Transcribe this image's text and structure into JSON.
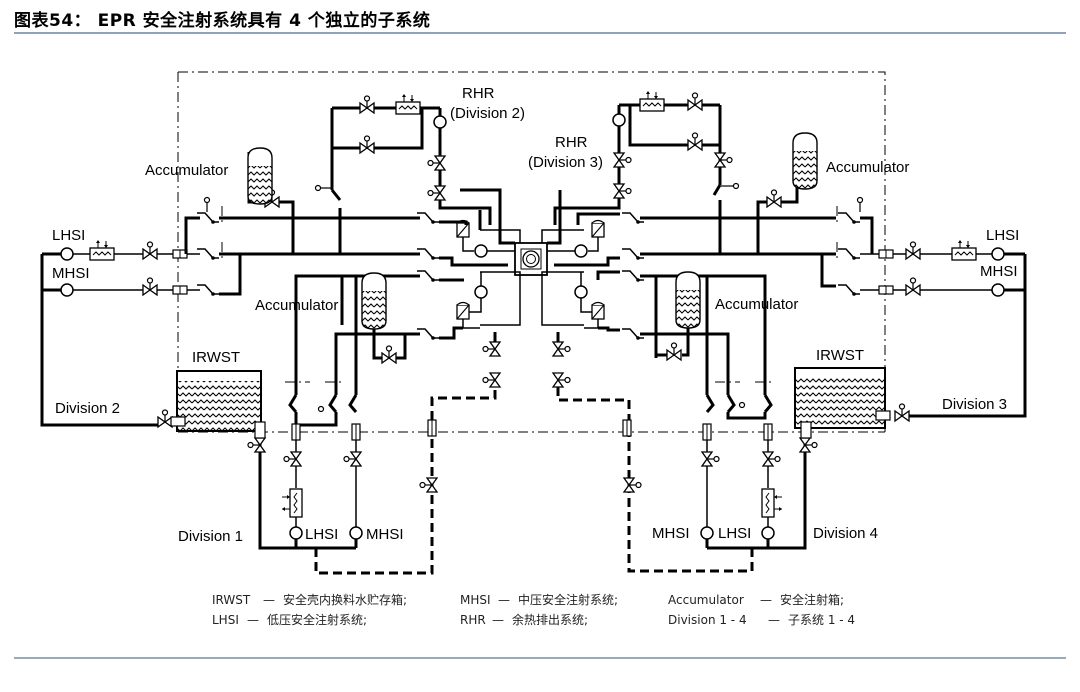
{
  "header": {
    "title": "图表54： EPR 安全注射系统具有 4 个独立的子系统"
  },
  "diagram": {
    "labels": {
      "rhr_div2_a": "RHR",
      "rhr_div2_b": "(Division 2)",
      "rhr_div3_a": "RHR",
      "rhr_div3_b": "(Division 3)",
      "accumulator_top_left": "Accumulator",
      "accumulator_top_right": "Accumulator",
      "accumulator_mid_left": "Accumulator",
      "accumulator_mid_right": "Accumulator",
      "lhsi_left": "LHSI",
      "mhsi_left": "MHSI",
      "lhsi_right": "LHSI",
      "mhsi_right": "MHSI",
      "irwst_left": "IRWST",
      "irwst_right": "IRWST",
      "division2": "Division 2",
      "division3": "Division 3",
      "division1": "Division 1",
      "division4": "Division 4",
      "lhsi_div1": "LHSI",
      "mhsi_div1": "MHSI",
      "mhsi_div4": "MHSI",
      "lhsi_div4": "LHSI"
    },
    "legend": [
      {
        "term": "IRWST",
        "dash": "—",
        "desc": "安全壳内换料水贮存箱;"
      },
      {
        "term": "MHSI",
        "dash": "—",
        "desc": "中压安全注射系统;"
      },
      {
        "term": "Accumulator",
        "dash": "—",
        "desc": "安全注射箱;"
      },
      {
        "term": "LHSI",
        "dash": "—",
        "desc": "低压安全注射系统;"
      },
      {
        "term": "RHR",
        "dash": "—",
        "desc": "余热排出系统;"
      },
      {
        "term": "Division 1 - 4",
        "dash": "—",
        "desc": "子系统 1 - 4"
      }
    ]
  }
}
